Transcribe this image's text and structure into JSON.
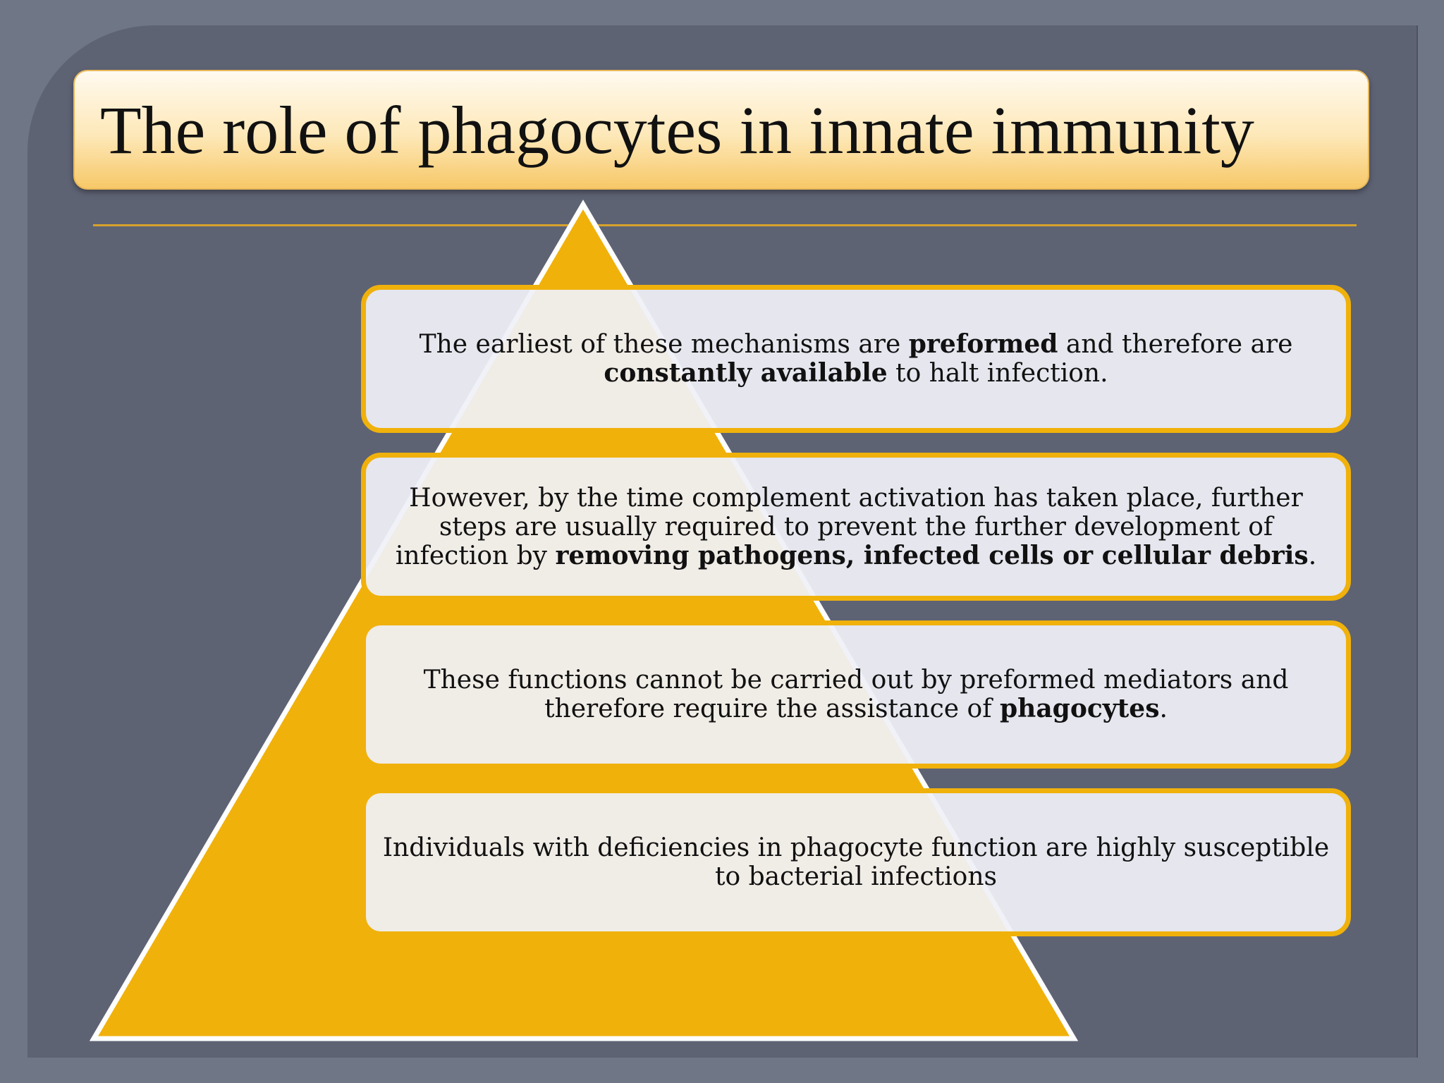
{
  "title": "The role of phagocytes in innate immunity",
  "colors": {
    "background": "#6f7686",
    "panel": "#5e6374",
    "pyramid": "#f0b10b",
    "box_border": "#f0b10b",
    "box_fill": "#f0f0f8"
  },
  "boxes": [
    {
      "segments": [
        {
          "text": "The earliest of these mechanisms are ",
          "bold": false
        },
        {
          "text": "preformed",
          "bold": true
        },
        {
          "text": " and therefore are ",
          "bold": false
        },
        {
          "text": "constantly available",
          "bold": true
        },
        {
          "text": " to halt infection.",
          "bold": false
        }
      ]
    },
    {
      "segments": [
        {
          "text": "However, by the time complement activation has taken place, further steps are usually required to prevent the further development of infection by ",
          "bold": false
        },
        {
          "text": "removing pathogens, infected cells or cellular debris",
          "bold": true
        },
        {
          "text": ".",
          "bold": false
        }
      ]
    },
    {
      "segments": [
        {
          "text": "These functions cannot be carried out by preformed mediators and therefore require the assistance of ",
          "bold": false
        },
        {
          "text": "phagocytes",
          "bold": true
        },
        {
          "text": ".",
          "bold": false
        }
      ]
    },
    {
      "segments": [
        {
          "text": "Individuals with deficiencies in phagocyte function are highly susceptible to bacterial infections",
          "bold": false
        }
      ]
    }
  ]
}
